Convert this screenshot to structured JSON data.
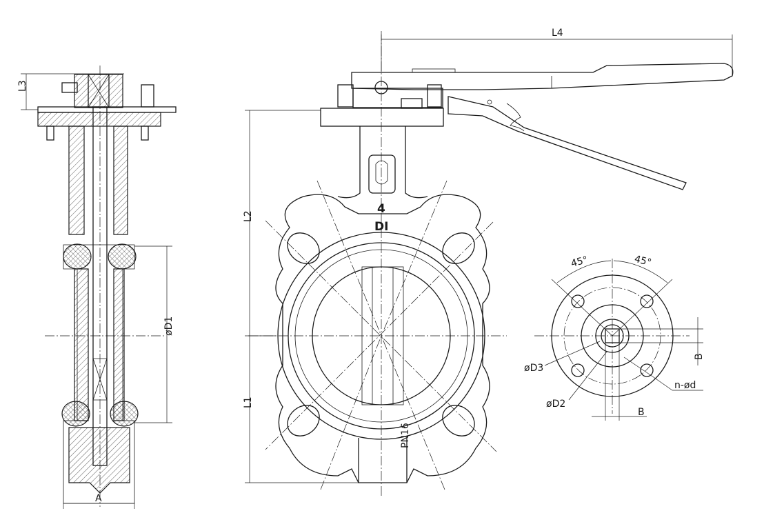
{
  "side_view": {
    "label_l3": "L3",
    "label_d1": "øD1",
    "label_a": "A"
  },
  "front_view": {
    "label_l4": "L4",
    "label_l2": "L2",
    "label_l1": "L1",
    "body_size": "4",
    "body_material": "DI",
    "pressure_rating": "PN16"
  },
  "flange_view": {
    "angle_left": "45°",
    "angle_right": "45°",
    "label_d3": "øD3",
    "label_d2": "øD2",
    "label_bolt_holes": "n-ød",
    "label_b_horizontal": "B",
    "label_b_vertical": "B"
  }
}
